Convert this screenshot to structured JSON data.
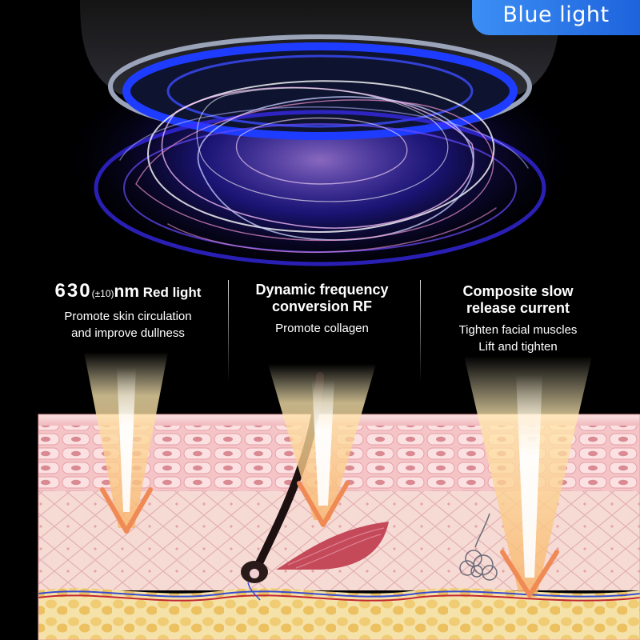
{
  "badge": {
    "label": "Blue light"
  },
  "features": [
    {
      "value": "630",
      "tolerance": "(±10)",
      "unit": "nm",
      "name": "Red light",
      "lines": [
        "Promote skin circulation",
        "and improve dullness"
      ]
    },
    {
      "title_lines": [
        "Dynamic frequency",
        "conversion RF"
      ],
      "lines": [
        "Promote collagen"
      ]
    },
    {
      "title_lines": [
        "Composite slow",
        "release current"
      ],
      "lines": [
        "Tighten facial muscles",
        "Lift and tighten"
      ]
    }
  ],
  "colors": {
    "badge": "#2f7fef",
    "ring": "#2a3cff",
    "skin": "#f3c6c9",
    "fat": "#f2d58a",
    "beam": "#fff3c8"
  }
}
